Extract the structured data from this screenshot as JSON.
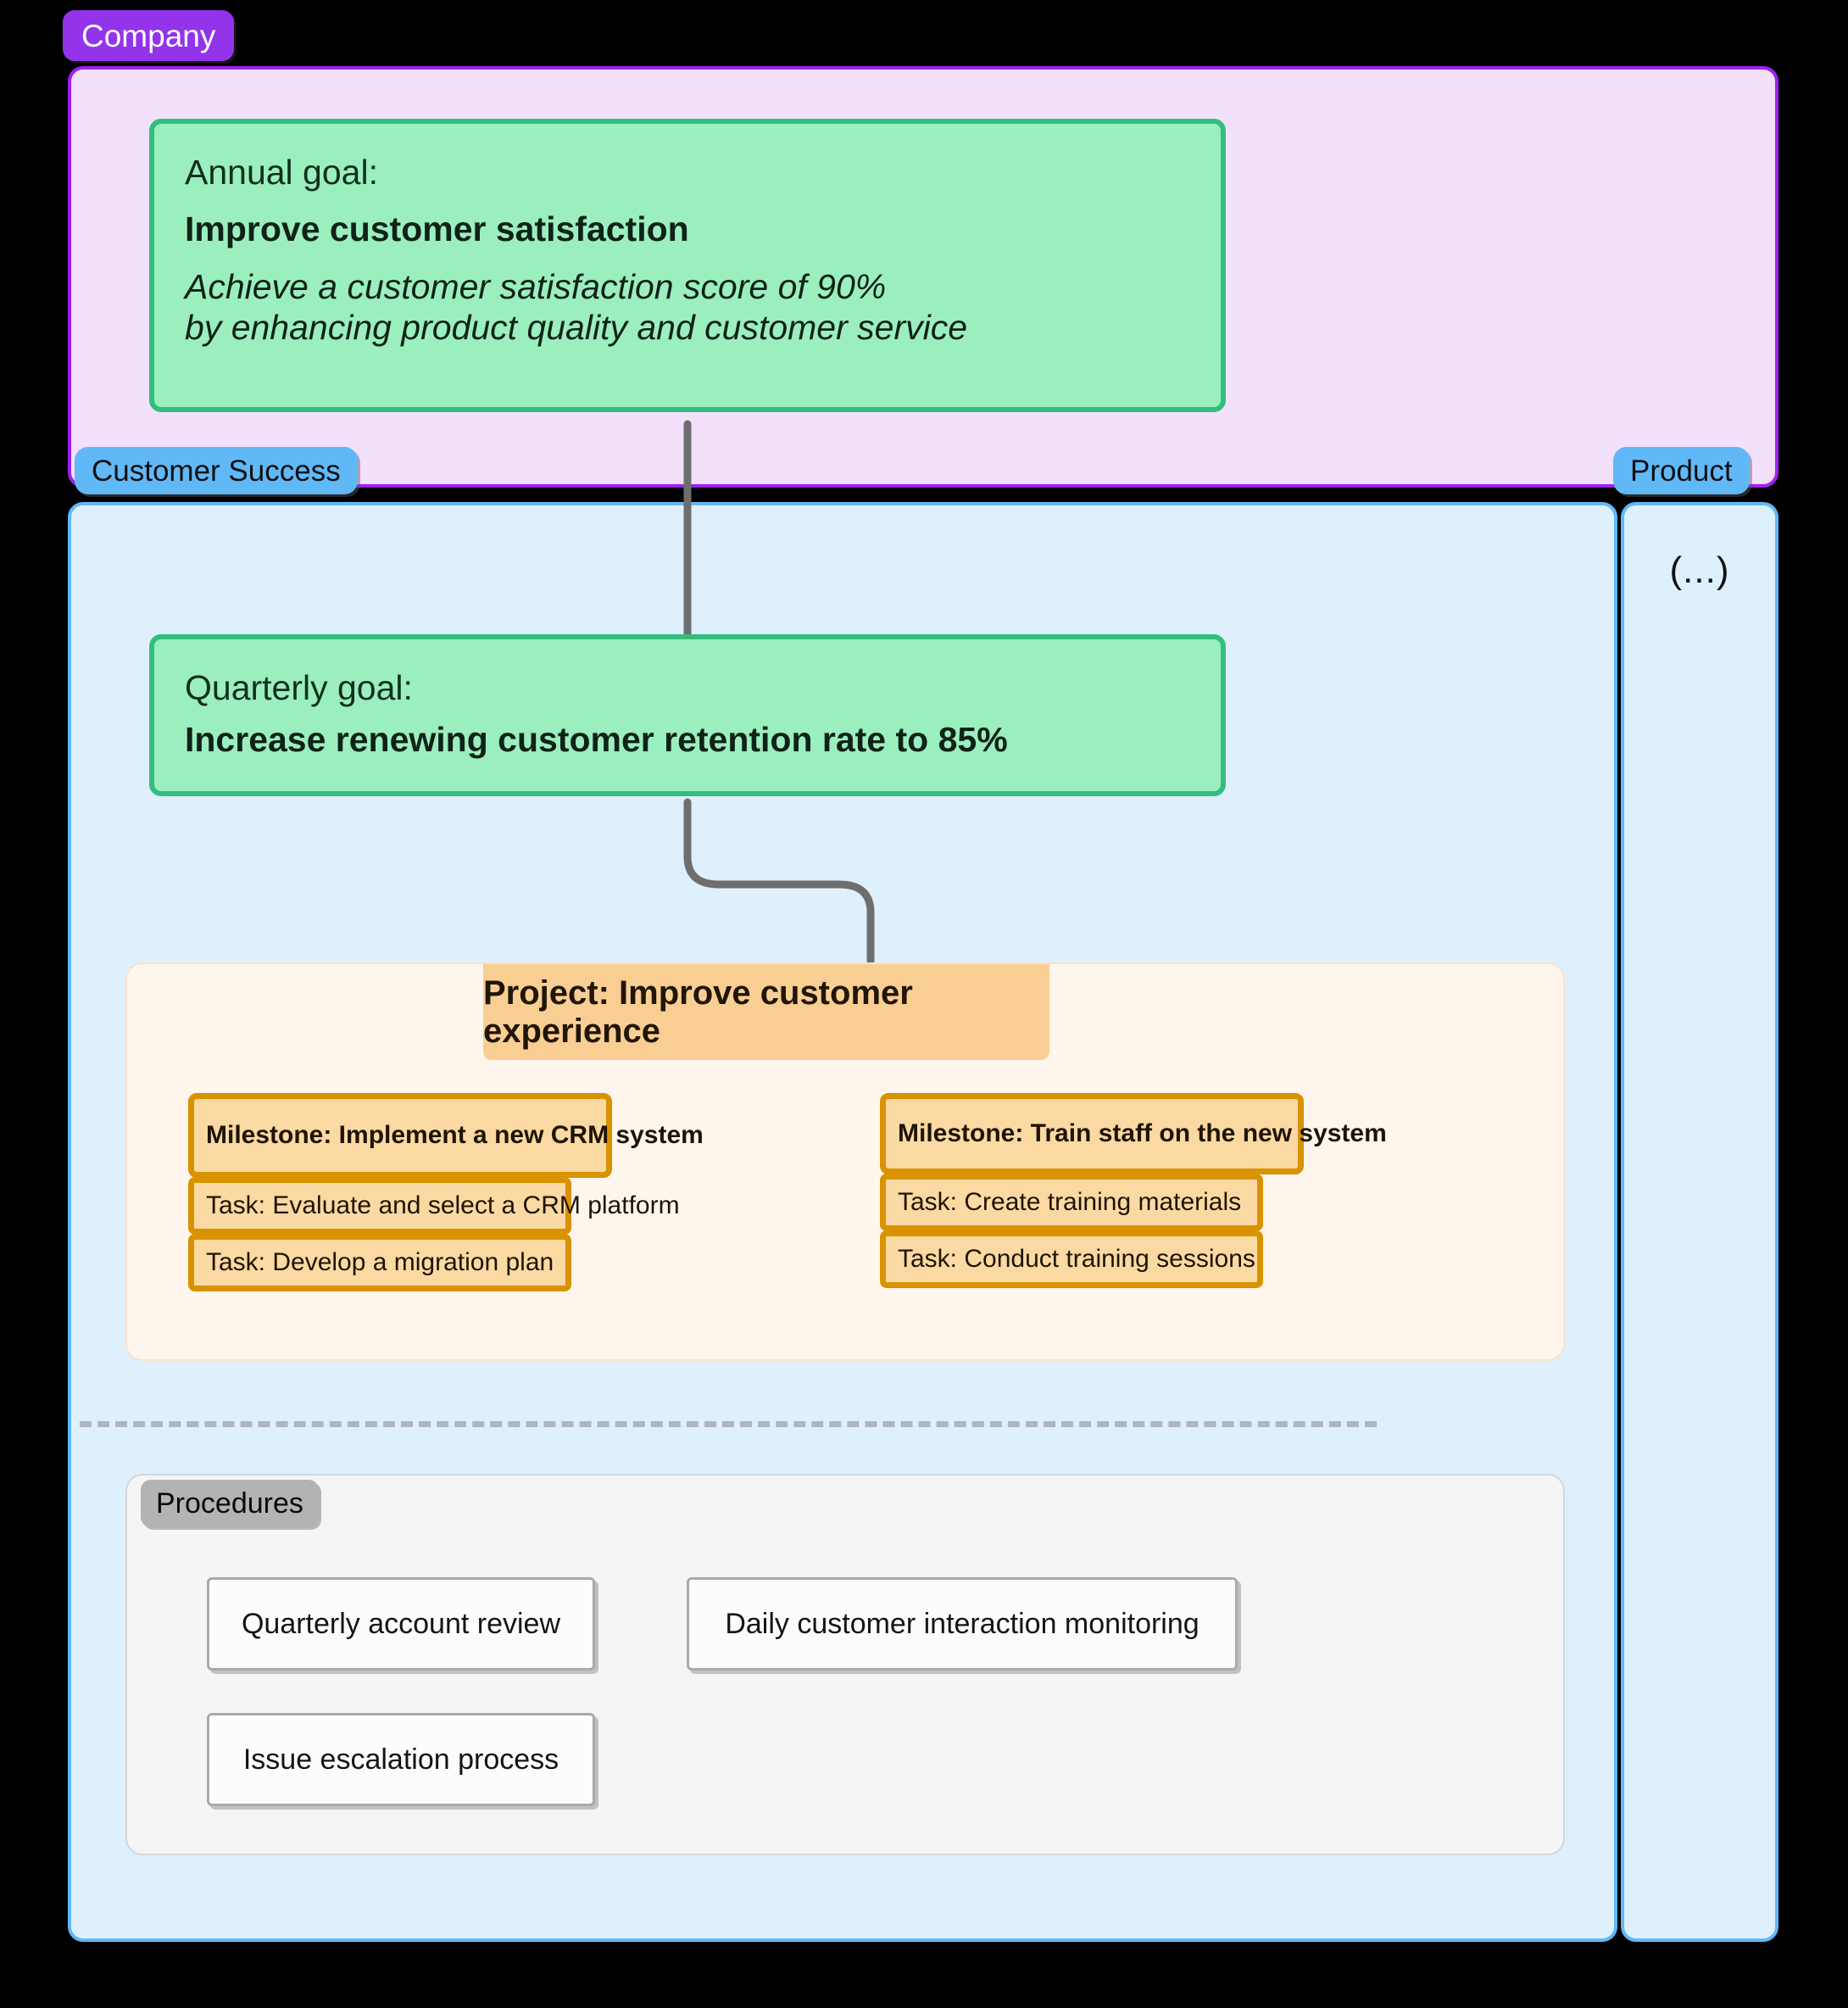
{
  "labels": {
    "company": "Company",
    "team_customer_success": "Customer Success",
    "team_product": "Product",
    "product_ellipsis": "(...)",
    "procedures": "Procedures"
  },
  "annual_goal": {
    "kicker": "Annual goal:",
    "title": "Improve customer satisfaction",
    "description_line1": "Achieve a customer satisfaction score of 90%",
    "description_line2": "by enhancing product quality and customer service"
  },
  "quarterly_goal": {
    "kicker": "Quarterly goal:",
    "title": "Increase renewing customer retention rate to 85%"
  },
  "project": {
    "header": "Project: Improve customer experience",
    "milestones": [
      {
        "title": "Milestone: Implement a new CRM system",
        "tasks": [
          "Task: Evaluate and select a CRM platform",
          "Task: Develop a migration plan"
        ]
      },
      {
        "title": "Milestone: Train staff on the new system",
        "tasks": [
          "Task: Create training materials",
          "Task: Conduct training sessions"
        ]
      }
    ]
  },
  "procedures": {
    "items": [
      "Quarterly account review",
      "Daily customer interaction monitoring",
      "Issue escalation process"
    ]
  },
  "colors": {
    "company_border": "#A020F0",
    "company_fill": "#F3E1FB",
    "team_border": "#61B8F7",
    "team_fill": "#DFF0FD",
    "goal_border": "#34BE7E",
    "goal_fill": "#9BEFBF",
    "project_fill": "#FEF6EC",
    "project_header_fill": "#F9CE93",
    "milestone_border": "#D99200",
    "milestone_fill": "#FBD9A2",
    "procedures_fill": "#F5F5F5",
    "connector": "#6E6E6E",
    "divider": "#AEB6BD",
    "company_tag": "#9333EA",
    "team_tag": "#61B8F7",
    "procedures_tag": "#B3B3B3"
  }
}
